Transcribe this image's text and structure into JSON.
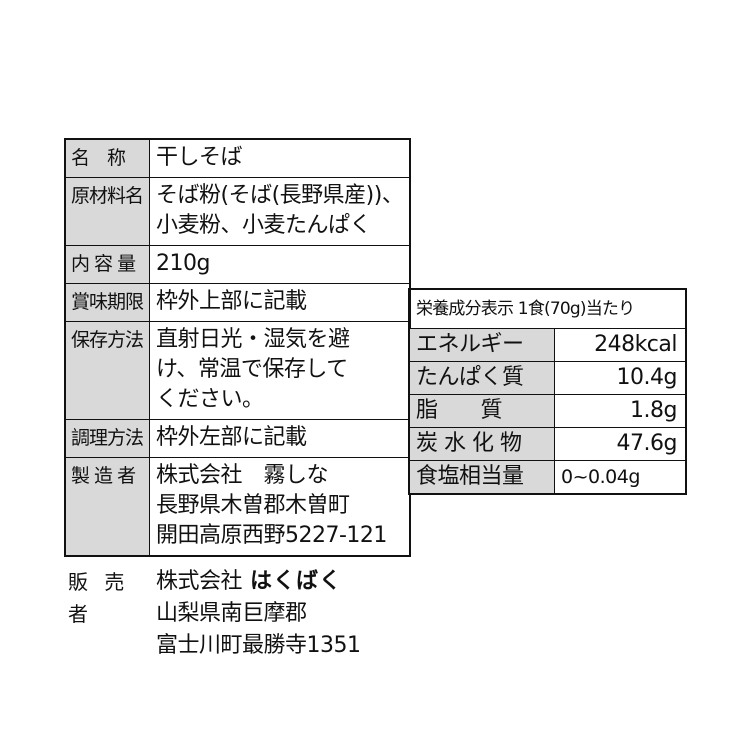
{
  "product_info": {
    "rows": [
      {
        "label": "名　称",
        "lines": [
          "干しそば"
        ]
      },
      {
        "label": "原材料名",
        "lines": [
          "そば粉(そば(長野県産))、",
          "小麦粉、小麦たんぱく"
        ]
      },
      {
        "label": "内 容 量",
        "lines": [
          "210g"
        ]
      },
      {
        "label": "賞味期限",
        "lines": [
          "枠外上部に記載"
        ]
      },
      {
        "label": "保存方法",
        "lines": [
          "直射日光・湿気を避",
          "け、常温で保存して",
          "ください。"
        ]
      },
      {
        "label": "調理方法",
        "lines": [
          "枠外左部に記載"
        ]
      },
      {
        "label": "製 造 者",
        "lines": [
          "株式会社　霧しな",
          "長野県木曽郡木曽町",
          "開田高原西野5227-121"
        ]
      }
    ]
  },
  "seller": {
    "label": "販 売 者",
    "company": "株式会社",
    "brand": "はくばく",
    "address_lines": [
      "山梨県南巨摩郡",
      "富士川町最勝寺1351"
    ]
  },
  "nutrition": {
    "title": "栄養成分表示 1食(70g)当たり",
    "rows": [
      {
        "label": "エネルギー",
        "value": "248kcal"
      },
      {
        "label": "たんぱく質",
        "value": "10.4g"
      },
      {
        "label": "脂　　質",
        "value": "1.8g"
      },
      {
        "label": "炭 水 化 物",
        "value": "47.6g"
      },
      {
        "label": "食塩相当量",
        "value": "0~0.04g"
      }
    ]
  },
  "colors": {
    "header_bg": "#d9d9d9",
    "border": "#111111",
    "text": "#111111"
  }
}
